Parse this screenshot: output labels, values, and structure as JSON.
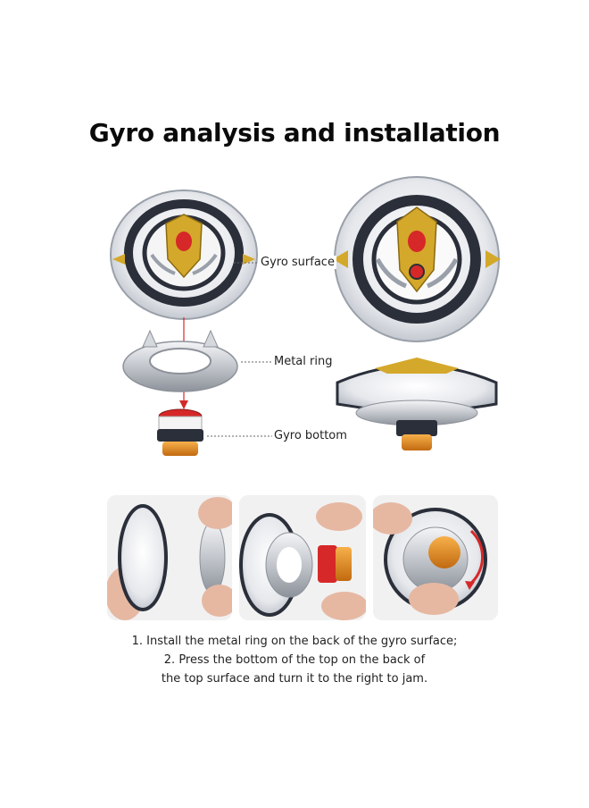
{
  "title": "Gyro analysis and installation",
  "labels": {
    "surface": "Gyro surface",
    "ring": "Metal ring",
    "bottom": "Gyro bottom"
  },
  "instructions": [
    "1. Install the metal ring on the back of the gyro surface;",
    "2. Press the bottom of the top on the back of",
    "the top surface and turn it to the right to jam."
  ],
  "colors": {
    "accent_red": "#d62828",
    "gold": "#d4a82a",
    "dark": "#2a2f3a",
    "silver": "#c9ccd1"
  }
}
